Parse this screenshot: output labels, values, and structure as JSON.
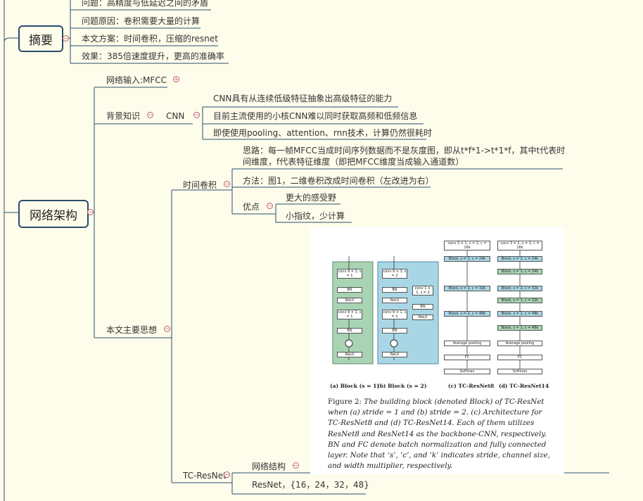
{
  "abstract": {
    "title": "摘要",
    "items": [
      "问题：高精度与低延迟之间的矛盾",
      "问题原因：卷积需要大量的计算",
      "本文方案：时间卷积，压缩的resnet",
      "效果：385倍速度提升，更高的准确率"
    ]
  },
  "arch": {
    "title": "网络架构",
    "input": "网络输入:MFCC",
    "background": "背景知识",
    "cnn": "CNN",
    "cnn_items": [
      "CNN具有从连续低级特征抽象出高级特征的能力",
      "目前主流使用的小核CNN难以同时获取高频和低频信息",
      "即使使用pooling、attention、rnn技术，计算仍然很耗时"
    ],
    "main_idea": "本文主要思想",
    "temporal_conv": "时间卷积",
    "idea_line1": "思路：每一帧MFCC当成时间序列数据而不是灰度图，即从t*f*1->t*1*f，其中t代表时",
    "idea_line2": "间维度，f代表特征维度（即把MFCC维度当成输入通道数）",
    "method": "方法：图1，二维卷积改成时间卷积（左改进为右）",
    "advantages": "优点",
    "adv_items": [
      "更大的感受野",
      "小指纹，少计算"
    ],
    "tc_resnet": "TC-ResNet",
    "net_struct": "网络结构",
    "resnet_channels": "ResNet，{16，24，32，48}"
  },
  "figure": {
    "caption_label": "Figure 2:",
    "caption_text": "The building block (denoted Block) of TC-ResNet when (a) stride = 1 and (b) stride = 2. (c) Architecture for TC-ResNet8 and (d) TC-ResNet14. Each of them utilizes ResNet8 and ResNet14 as the backbone-CNN, respectively. BN and FC denote batch normalization and fully connected layer. Note that ‘s’, ‘c’, and ‘k’ indicates stride, channel size, and width multiplier, respectively.",
    "sublabels": [
      "(a) Block (s = 1)",
      "(b) Block (s = 2)",
      "(c) TC-ResNet8",
      "(d) TC-ResNet14"
    ],
    "a_blocks": [
      "conv 9 × 1, s = 1",
      "BN",
      "ReLU",
      "conv 9 × 1, s = 1",
      "BN",
      "ReLU"
    ],
    "b_blocks": [
      "conv 9 × 1, s = 2",
      "BN",
      "ReLU",
      "conv 9 × 1, s = 1",
      "BN",
      "ReLU"
    ],
    "b_short": [
      "conv 1 × 1, s = 2",
      "BN",
      "ReLU"
    ],
    "c_blocks": [
      "conv 3 × 1, s = 1, c = 16k",
      "Block, s = 2, c = 24k",
      "Block, s = 2, c = 32k",
      "Block, s = 2, c = 48k",
      "Average pooling",
      "FC",
      "Softmax"
    ],
    "d_blocks": [
      "conv 3 × 1, s = 1, c = 16k",
      "Block, s = 2, c = 24k",
      "Block, s = 1, c = 24k",
      "Block, s = 2, c = 32k",
      "Block, s = 1, c = 32k",
      "Block, s = 2, c = 48k",
      "Block, s = 1, c = 48k",
      "Average pooling",
      "FC",
      "Softmax"
    ]
  },
  "colors": {
    "line": "#2a4d6e",
    "toggle": "#c05a76",
    "bg": "#fefdeb",
    "green": "#a8d4b4",
    "blue": "#a9d6e5"
  }
}
